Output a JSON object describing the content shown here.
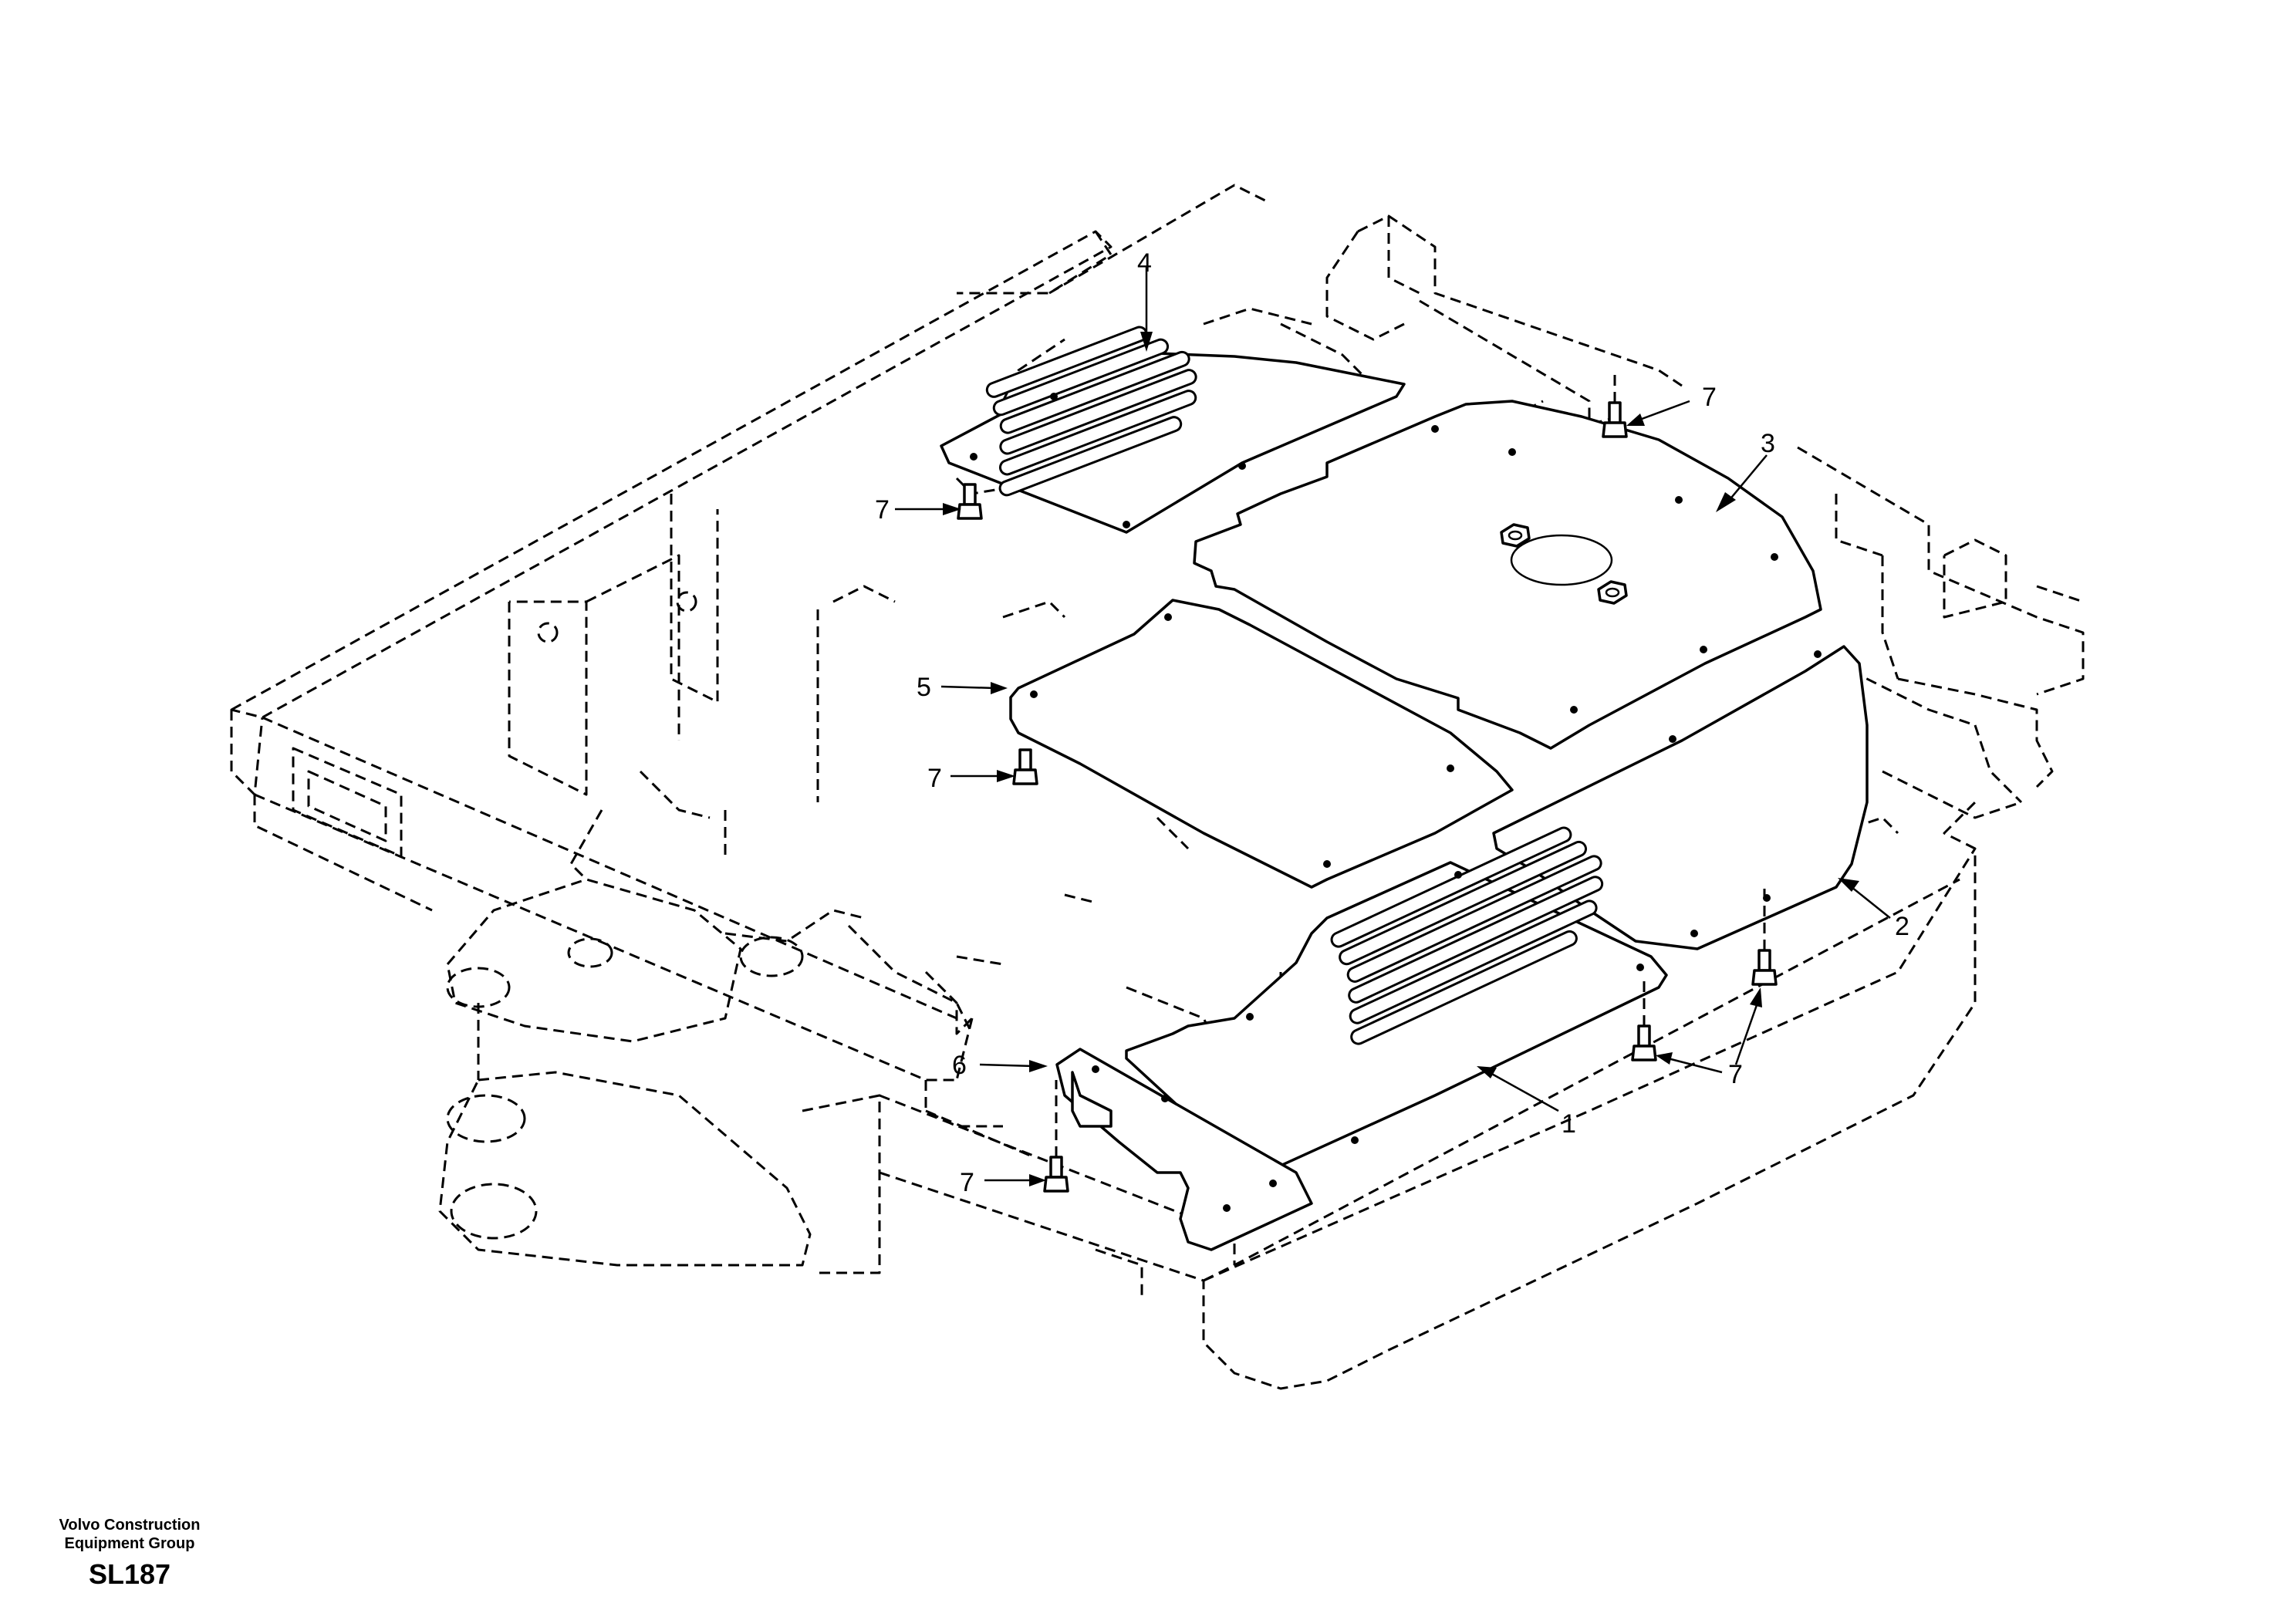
{
  "diagram": {
    "callouts": [
      "1",
      "2",
      "3",
      "4",
      "5",
      "6",
      "7"
    ]
  },
  "footer": {
    "company_line1": "Volvo Construction",
    "company_line2": "Equipment Group",
    "drawing_code": "SL187"
  }
}
